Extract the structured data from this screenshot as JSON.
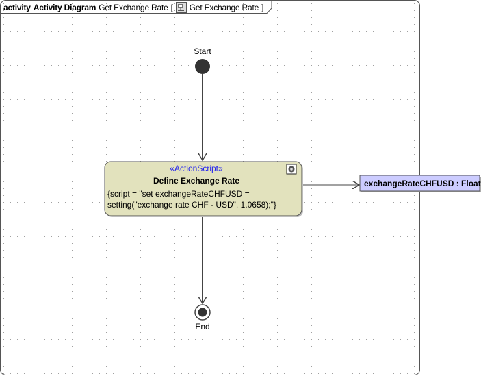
{
  "frame": {
    "kind": "activity",
    "diagram_type": "Activity Diagram",
    "name": "Get Exchange Rate",
    "context_icon": "activity-diagram-icon",
    "context_name": "Get Exchange Rate",
    "bracket_open": "[",
    "bracket_close": "]"
  },
  "nodes": {
    "start": {
      "label": "Start"
    },
    "end": {
      "label": "End"
    },
    "action": {
      "stereotype": "«ActionScript»",
      "name": "Define Exchange Rate",
      "script_line1": "{script = \"set exchangeRateCHFUSD =",
      "script_line2": "setting(\"exchange rate CHF - USD\", 1.0658);\"}",
      "fill": "#e2e2bd",
      "stereotype_color": "#2222ee"
    },
    "object": {
      "label": "exchangeRateCHFUSD : Float",
      "fill": "#ccccff"
    }
  }
}
